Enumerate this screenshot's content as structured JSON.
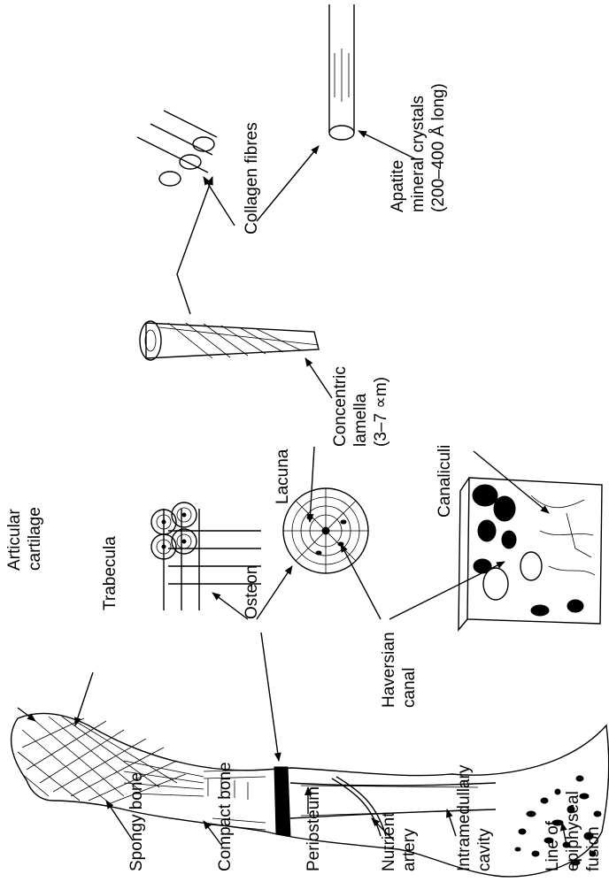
{
  "colors": {
    "ink": "#000000",
    "paper": "#ffffff"
  },
  "labels": {
    "spongy_bone": "Spongy bone",
    "compact_bone": "Compact bone",
    "periosteum": "Periosteum",
    "nutrient_artery_1": "Nutrient",
    "nutrient_artery_2": "artery",
    "intramedullary_1": "Intramedullary",
    "intramedullary_2": "cavity",
    "epiphyseal_1": "Line of",
    "epiphyseal_2": "epiphyseal",
    "epiphyseal_3": "fusion",
    "articular_1": "Articular",
    "articular_2": "cartilage",
    "trabecula": "Trabecula",
    "osteon": "Osteon",
    "lacuna": "Lacuna",
    "haversian_1": "Haversian",
    "haversian_2": "canal",
    "canaliculi": "Canaliculi",
    "lamella_1": "Concentric",
    "lamella_2": "lamella",
    "lamella_3": "(3–7 ∝m)",
    "collagen_fibres": "Collagen fibres",
    "apatite_1": "Apatite",
    "apatite_2": "mineral crystals",
    "apatite_3": "(200–400 Å long)"
  }
}
